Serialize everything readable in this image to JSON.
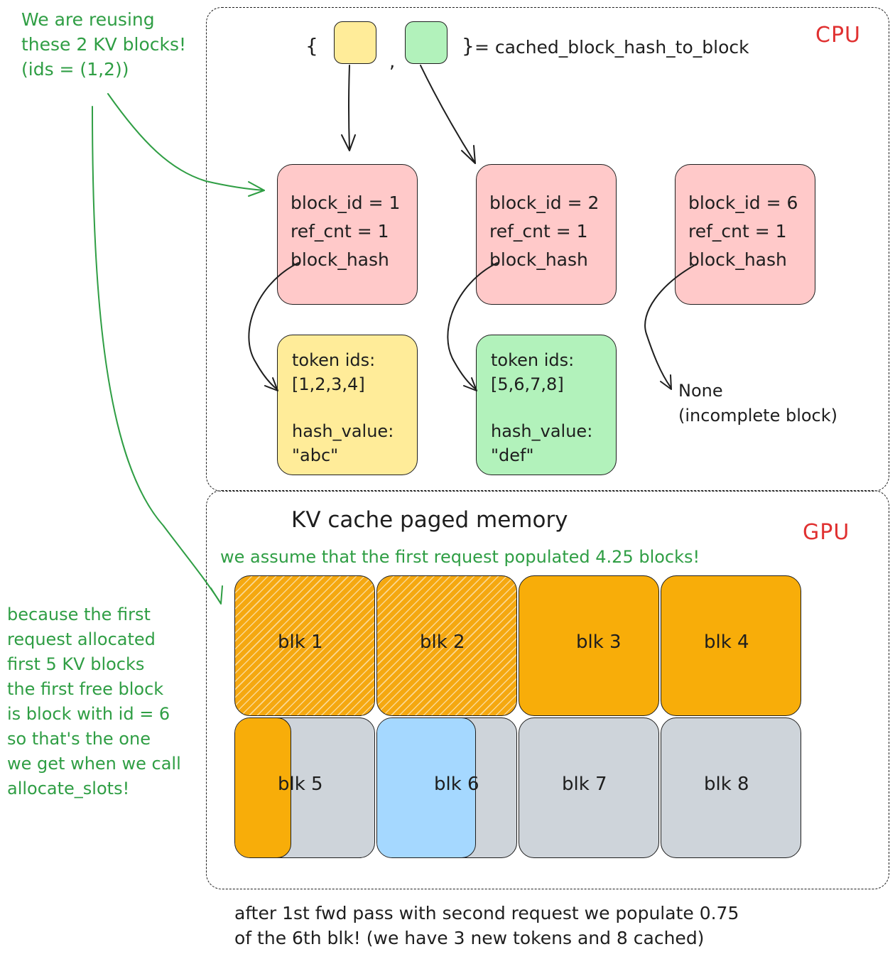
{
  "cpu": {
    "label": "CPU",
    "brace_open": "{",
    "comma": ",",
    "brace_close": "}",
    "mapping_label": "= cached_block_hash_to_block",
    "blocks": [
      {
        "block_id": "block_id = 1",
        "ref_cnt": "ref_cnt = 1",
        "block_hash": "block_hash"
      },
      {
        "block_id": "block_id = 2",
        "ref_cnt": "ref_cnt = 1",
        "block_hash": "block_hash"
      },
      {
        "block_id": "block_id = 6",
        "ref_cnt": "ref_cnt = 1",
        "block_hash": "block_hash"
      }
    ],
    "hashes": [
      {
        "token_label": "token ids:",
        "token_ids": "[1,2,3,4]",
        "hash_label": "hash_value:",
        "hash_value": "\"abc\"",
        "color": "#ffec99"
      },
      {
        "token_label": "token ids:",
        "token_ids": "[5,6,7,8]",
        "hash_label": "hash_value:",
        "hash_value": "\"def\"",
        "color": "#b2f2bb"
      }
    ],
    "none_label": "None",
    "none_note": "(incomplete block)"
  },
  "gpu": {
    "label": "GPU",
    "title": "KV cache paged memory",
    "assumption": "we assume that the first request populated 4.25 blocks!",
    "blocks": [
      {
        "label": "blk 1",
        "state": "cached"
      },
      {
        "label": "blk 2",
        "state": "cached"
      },
      {
        "label": "blk 3",
        "state": "full"
      },
      {
        "label": "blk 4",
        "state": "full"
      },
      {
        "label": "blk 5",
        "state": "partial",
        "fill": 0.4
      },
      {
        "label": "blk 6",
        "state": "partial",
        "fill": 0.7
      },
      {
        "label": "blk 7",
        "state": "empty"
      },
      {
        "label": "blk 8",
        "state": "empty"
      }
    ]
  },
  "notes": {
    "reuse": [
      "We are reusing",
      "these 2 KV blocks!",
      "(ids = (1,2))"
    ],
    "allocation": [
      "because the first",
      "request allocated",
      "first 5 KV blocks",
      "the first free block",
      "is block with id = 6",
      "so that's the one",
      "we get when we call",
      "allocate_slots!"
    ],
    "footer": [
      "after 1st fwd pass with second request we populate 0.75",
      "of the 6th blk! (we have 3 new tokens and 8 cached)"
    ]
  },
  "colors": {
    "meta": "#ffc9c9",
    "yellow": "#ffec99",
    "green_card": "#b2f2bb",
    "orange": "#f8ad09",
    "gray": "#ced4da",
    "blue": "#a5d8ff",
    "annotation": "#2f9e44",
    "label_red": "#e03131"
  }
}
